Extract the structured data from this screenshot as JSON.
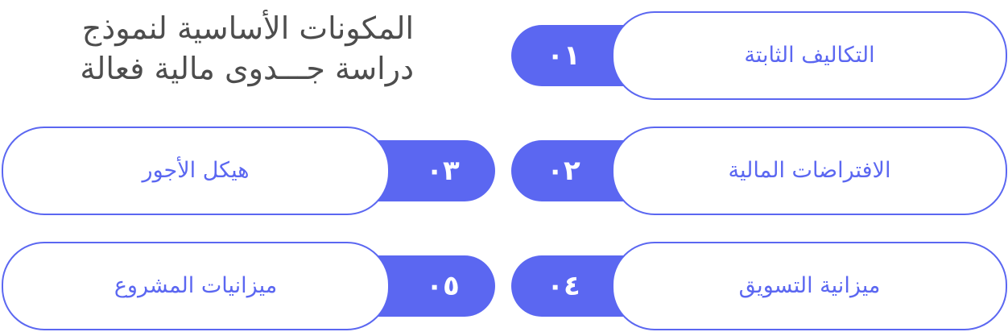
{
  "title": {
    "line1": "المكونات الأساسية لنموذج",
    "line2": "دراسة جـــدوى مالية فعالة"
  },
  "items": [
    {
      "number": "٠١",
      "label": "التكاليف الثابتة"
    },
    {
      "number": "٠٢",
      "label": "الافتراضات المالية"
    },
    {
      "number": "٠٣",
      "label": "هيكل الأجور"
    },
    {
      "number": "٠٤",
      "label": "ميزانية التسويق"
    },
    {
      "number": "٠٥",
      "label": "ميزانيات المشروع"
    }
  ],
  "colors": {
    "accent": "#5b67f1",
    "title_text": "#4d4d4d",
    "background": "#ffffff"
  }
}
